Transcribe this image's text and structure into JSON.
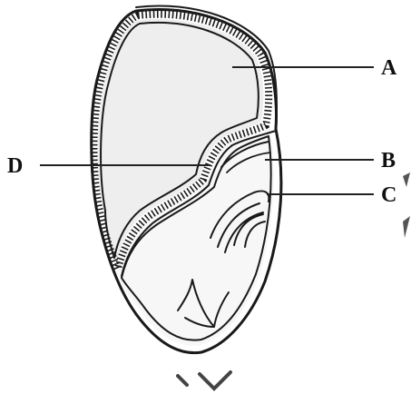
{
  "labels": {
    "a": "A",
    "b": "B",
    "c": "C",
    "d": "D"
  },
  "colors": {
    "ink": "#1a1a1a",
    "endosperm_fill": "#eeeeee",
    "embryo_fill": "#f7f7f7",
    "background": "#ffffff"
  }
}
